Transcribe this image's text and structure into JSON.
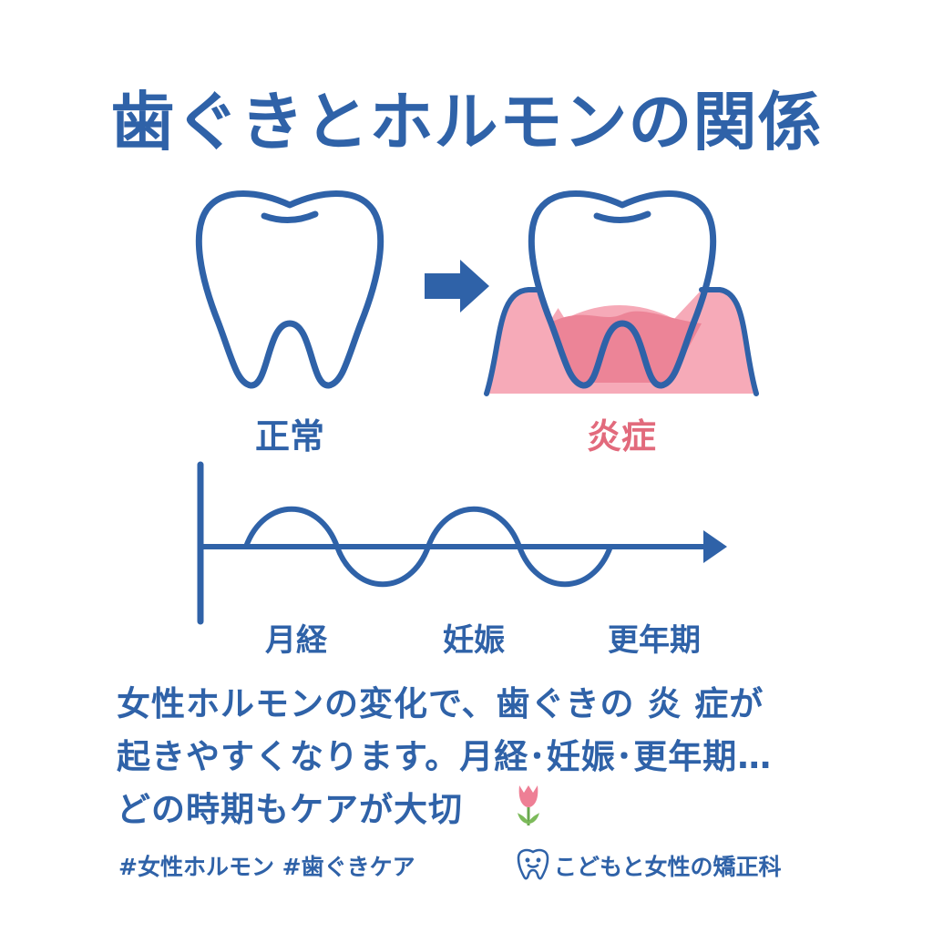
{
  "title": "歯ぐきとホルモンの関係",
  "colors": {
    "blue": "#2f62a8",
    "gum_light": "#f6aab8",
    "gum_dark": "#ec8497",
    "inflammation_text": "#e26a7c"
  },
  "comparison": {
    "normal_label": "正常",
    "inflamed_label": "炎症"
  },
  "hormone_wave": {
    "labels": [
      "月経",
      "妊娠",
      "更年期"
    ]
  },
  "body_text": [
    "女性ホルモンの変化で、歯ぐきの 炎 症が",
    "起きやすくなります。月経･妊娠･更年期…",
    "どの時期もケアが大切"
  ],
  "hashtags": "#女性ホルモン #歯ぐきケア",
  "clinic_name": "こどもと女性の矯正科"
}
